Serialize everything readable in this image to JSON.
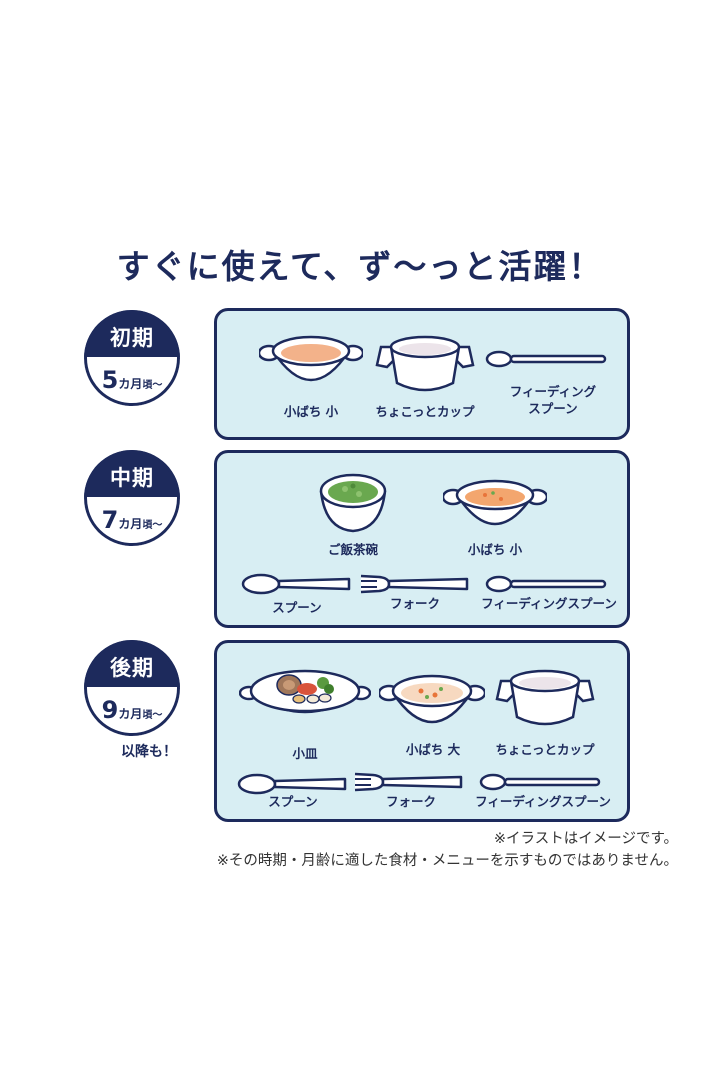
{
  "title": "すぐに使えて、ず〜っと活躍！",
  "stages": [
    {
      "name": "初期",
      "month_num": "5",
      "month_unit": "カ月",
      "month_suffix": "頃〜",
      "items": [
        {
          "label": "小ばち 小",
          "icon": "small-bowl-icon"
        },
        {
          "label": "ちょこっとカップ",
          "icon": "cup-icon"
        },
        {
          "label_line1": "フィーディング",
          "label_line2": "スプーン",
          "icon": "feeding-spoon-icon"
        }
      ]
    },
    {
      "name": "中期",
      "month_num": "7",
      "month_unit": "カ月",
      "month_suffix": "頃〜",
      "items": [
        {
          "label": "ご飯茶碗",
          "icon": "rice-bowl-icon"
        },
        {
          "label": "小ばち 小",
          "icon": "small-bowl-icon"
        },
        {
          "label": "スプーン",
          "icon": "spoon-icon"
        },
        {
          "label": "フォーク",
          "icon": "fork-icon"
        },
        {
          "label": "フィーディングスプーン",
          "icon": "feeding-spoon-icon"
        }
      ]
    },
    {
      "name": "後期",
      "month_num": "9",
      "month_unit": "カ月",
      "month_suffix": "頃〜",
      "extra": "以降も！",
      "items": [
        {
          "label": "小皿",
          "icon": "small-plate-icon"
        },
        {
          "label": "小ばち 大",
          "icon": "large-bowl-icon"
        },
        {
          "label": "ちょこっとカップ",
          "icon": "cup-icon"
        },
        {
          "label": "スプーン",
          "icon": "spoon-icon"
        },
        {
          "label": "フォーク",
          "icon": "fork-icon"
        },
        {
          "label": "フィーディングスプーン",
          "icon": "feeding-spoon-icon"
        }
      ]
    }
  ],
  "notes": [
    "※イラストはイメージです。",
    "※その時期・月齢に適した食材・メニューを示すものではありません。"
  ],
  "colors": {
    "navy": "#1d2a5c",
    "panel": "#d8eef3",
    "porridge": "#f3b28a",
    "rice_porridge": "#ece4ea",
    "greens": "#6aa84f"
  }
}
